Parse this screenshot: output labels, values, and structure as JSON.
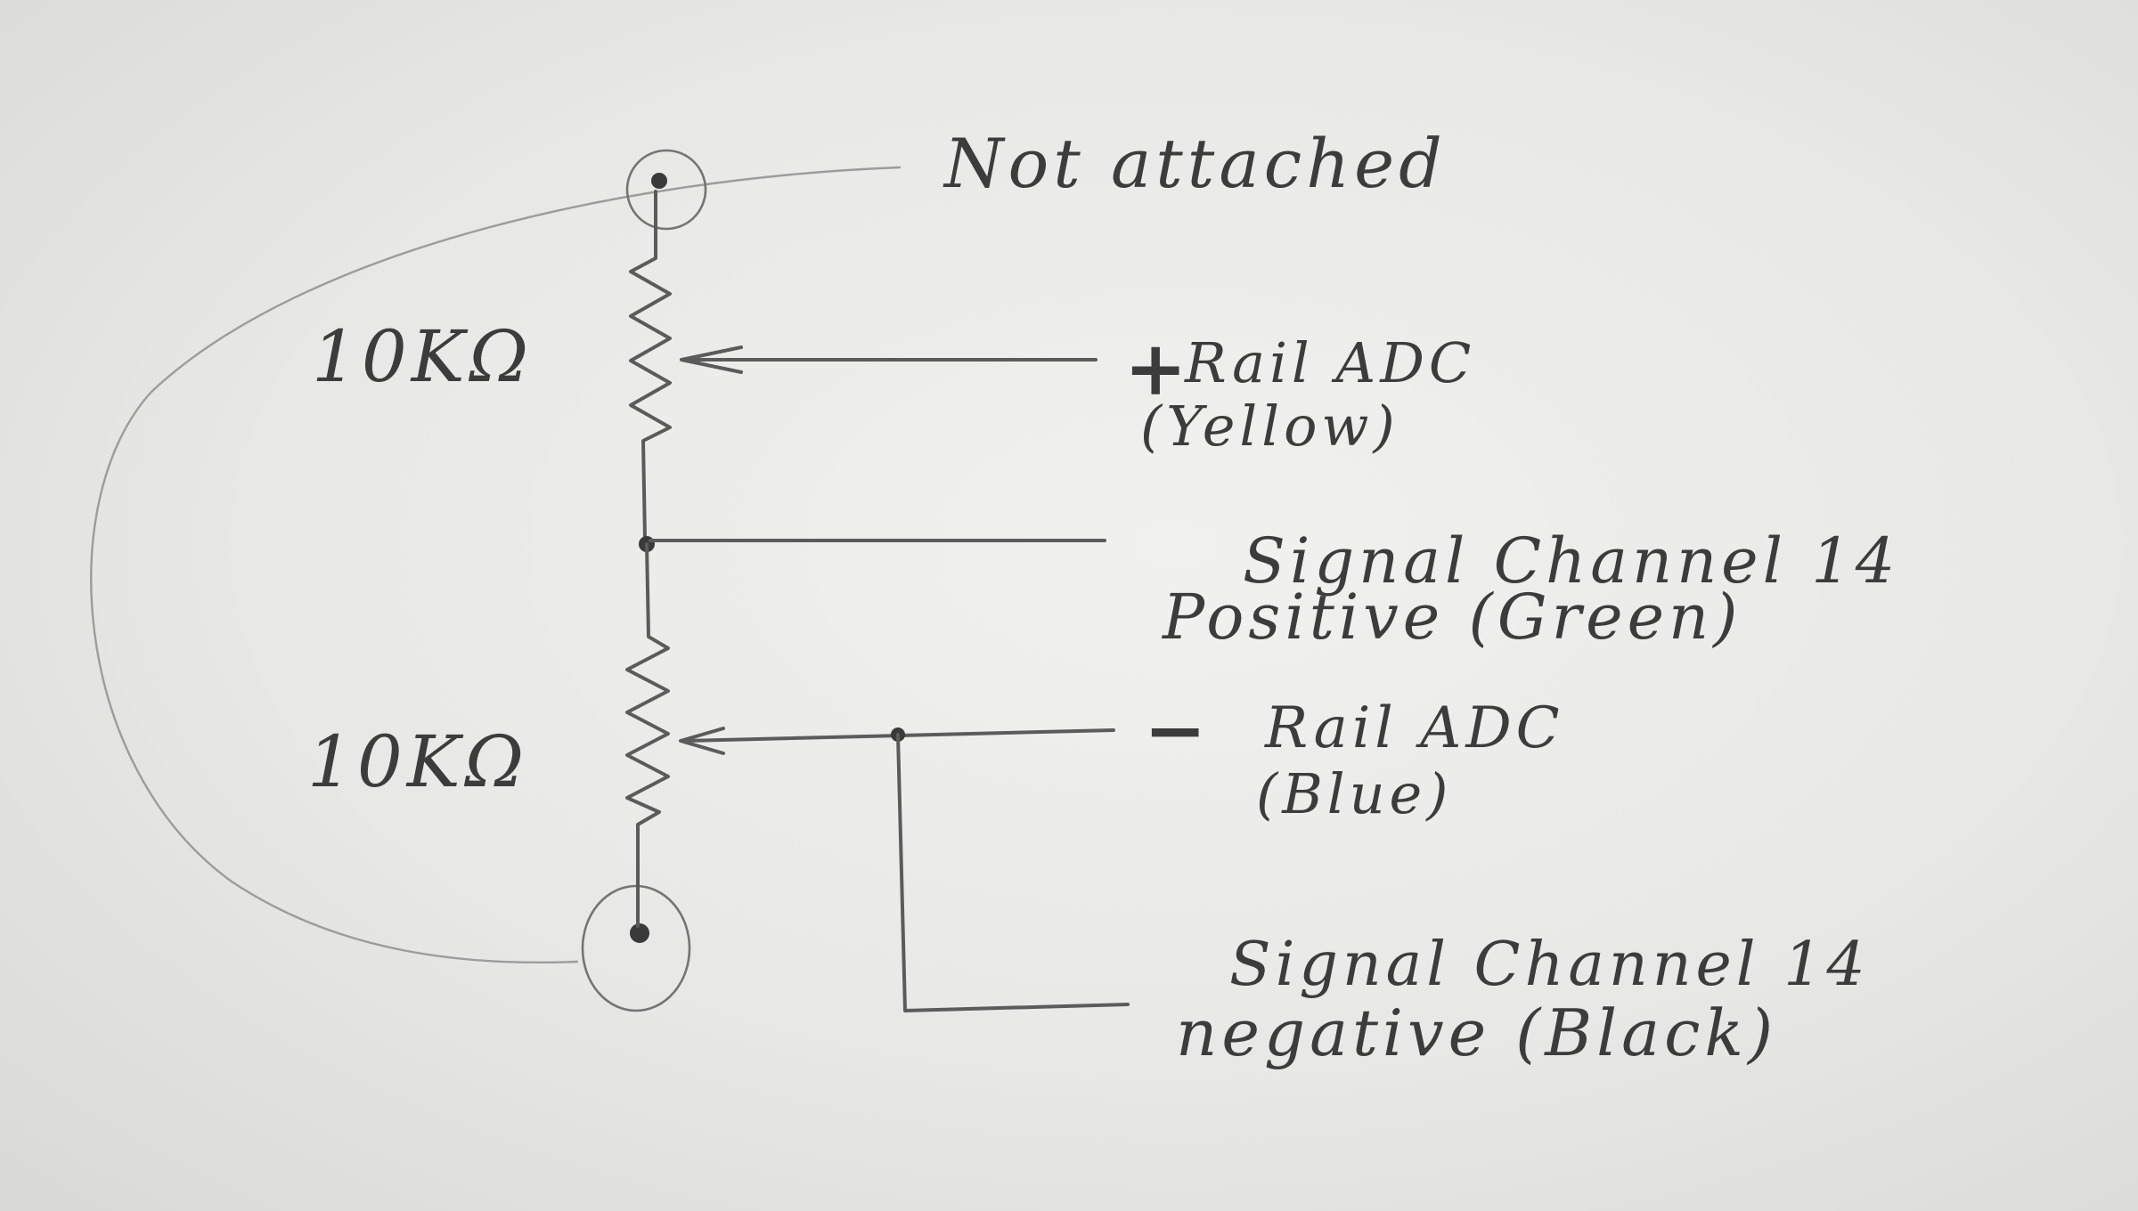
{
  "labels": {
    "top_pin": "Not attached",
    "resistor_top": "10KΩ",
    "resistor_bottom": "10KΩ",
    "pos_rail": {
      "sign": "+",
      "line1": "Rail ADC",
      "line2": "(Yellow)"
    },
    "signal_pos": {
      "line1": "Signal Channel 14",
      "line2": "Positive (Green)"
    },
    "neg_rail": {
      "sign": "−",
      "line1": "Rail ADC",
      "line2": "(Blue)"
    },
    "signal_neg": {
      "line1": "Signal Channel 14",
      "line2": "negative (Black)"
    }
  },
  "colors": {
    "pencil": "#3c3c3c"
  }
}
